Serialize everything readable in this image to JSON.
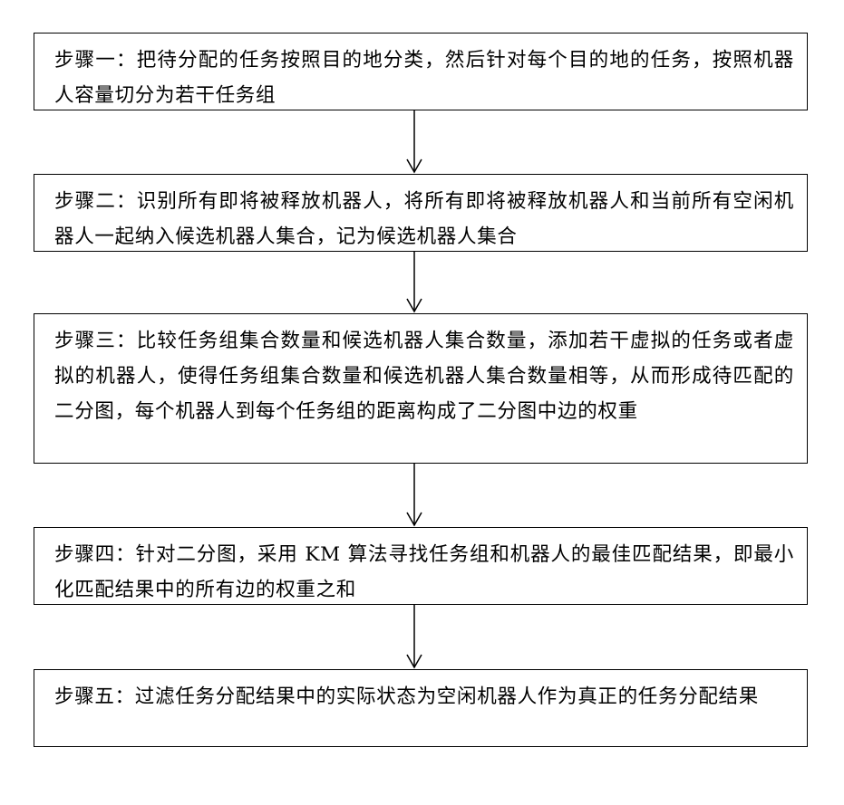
{
  "steps": [
    {
      "text": "步骤一：把待分配的任务按照目的地分类，然后针对每个目的地的任务，按照机器人容量切分为若干任务组"
    },
    {
      "text": "步骤二：识别所有即将被释放机器人，将所有即将被释放机器人和当前所有空闲机器人一起纳入候选机器人集合，记为候选机器人集合"
    },
    {
      "text": "步骤三：比较任务组集合数量和候选机器人集合数量，添加若干虚拟的任务或者虚拟的机器人，使得任务组集合数量和候选机器人集合数量相等，从而形成待匹配的二分图，每个机器人到每个任务组的距离构成了二分图中边的权重"
    },
    {
      "text": "步骤四：针对二分图，采用 KM 算法寻找任务组和机器人的最佳匹配结果，即最小化匹配结果中的所有边的权重之和"
    },
    {
      "text": "步骤五：过滤任务分配结果中的实际状态为空闲机器人作为真正的任务分配结果"
    }
  ],
  "colors": {
    "stroke": "#000000",
    "background": "#ffffff"
  }
}
